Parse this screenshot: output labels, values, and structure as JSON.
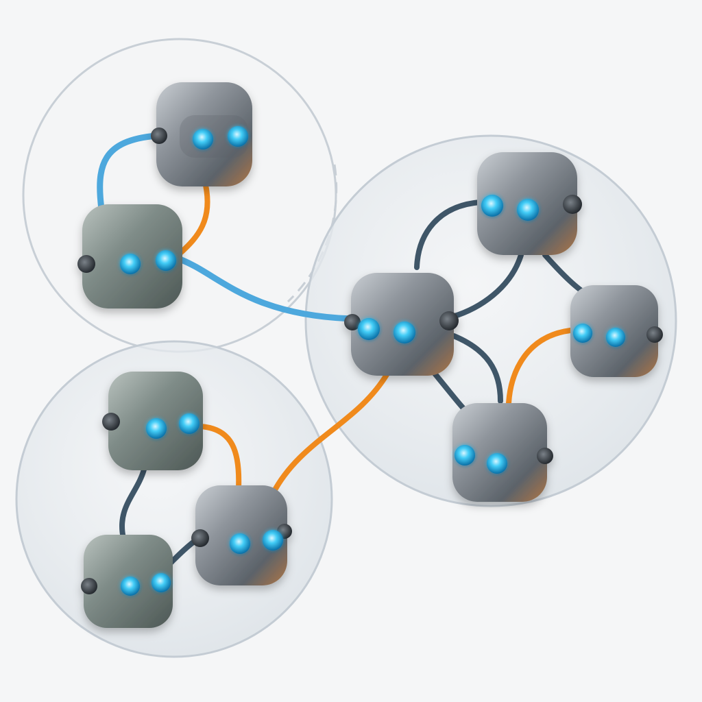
{
  "scene": {
    "background": "#f5f6f7",
    "bubble_color": "#e6eaee",
    "bubble_stroke": "#b9c4cf"
  },
  "palette": {
    "robot_body_warm": "#8e949b",
    "robot_body_green": "#7e8c88",
    "eye_glow": "#33c6f5",
    "cable_blue": "#4da8dd",
    "cable_dark": "#3f5668",
    "cable_orange": "#f08a1c"
  },
  "clusters": [
    {
      "id": "top-left",
      "robot_count": 2
    },
    {
      "id": "right",
      "robot_count": 4
    },
    {
      "id": "bottom-left",
      "robot_count": 3
    }
  ]
}
